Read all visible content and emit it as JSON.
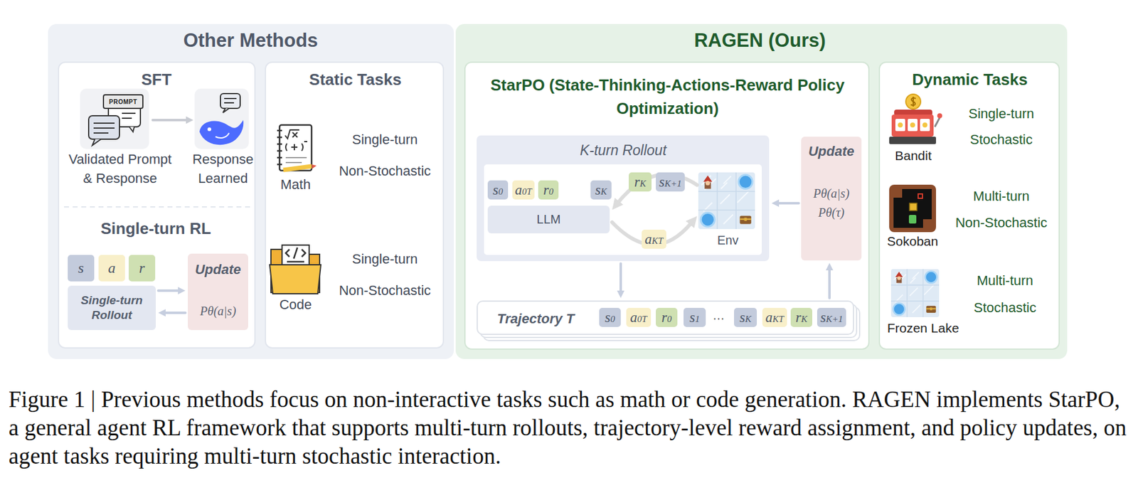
{
  "diagram": {
    "caption": "Figure 1 | Previous methods focus on non-interactive tasks such as math or code generation. RAGEN implements StarPO, a general agent RL framework that supports multi-turn rollouts, trajectory-level reward assignment, and policy updates, on agent tasks requiring multi-turn stochastic interaction.",
    "nodes": [
      {
        "text": [
          "Other Methods"
        ]
      },
      {
        "text": [
          "SFT",
          "Single-turn RL"
        ],
        "in": 0
      },
      {
        "text": [
          "Validated Prompt & Response"
        ],
        "in": 1
      },
      {
        "text": [
          "Response Learned"
        ],
        "in": 1
      },
      {
        "text": [
          "s"
        ],
        "in": 1
      },
      {
        "text": [
          "a"
        ],
        "in": 1
      },
      {
        "text": [
          "r"
        ],
        "in": 1
      },
      {
        "text": [
          "Single-turn Rollout"
        ],
        "in": 1
      },
      {
        "text": [
          "Update",
          "Pθ(a|s)"
        ],
        "in": 1
      },
      {
        "text": [
          "Static Tasks"
        ],
        "in": 0
      },
      {
        "text": [
          "RAGEN (Ours)"
        ]
      },
      {
        "text": [
          "StarPO (State-Thinking-Actions-Reward Policy Optimization)"
        ],
        "in": 10
      },
      {
        "text": [
          "K-turn Rollout"
        ],
        "in": 11
      },
      {
        "text": [
          "s0"
        ],
        "in": 12
      },
      {
        "text": [
          "a0T"
        ],
        "in": 12
      },
      {
        "text": [
          "r0"
        ],
        "in": 12
      },
      {
        "text": [
          "sK"
        ],
        "in": 12
      },
      {
        "text": [
          "LLM"
        ],
        "in": 12
      },
      {
        "text": [
          "rK"
        ],
        "in": 12
      },
      {
        "text": [
          "sK+1"
        ],
        "in": 12
      },
      {
        "text": [
          "Env"
        ],
        "in": 12
      },
      {
        "text": [
          "aKT"
        ],
        "in": 12
      },
      {
        "text": [
          "Update",
          "Pθ(a|s)",
          "Pθ(τ)"
        ],
        "in": 11
      },
      {
        "text": [
          "Trajectory T"
        ],
        "in": 11
      },
      {
        "text": [
          "s0"
        ],
        "in": 23
      },
      {
        "text": [
          "a0T"
        ],
        "in": 23
      },
      {
        "text": [
          "r0"
        ],
        "in": 23
      },
      {
        "text": [
          "s1"
        ],
        "in": 23
      },
      {
        "text": [
          "sK"
        ],
        "in": 23
      },
      {
        "text": [
          "aKT"
        ],
        "in": 23
      },
      {
        "text": [
          "rK"
        ],
        "in": 23
      },
      {
        "text": [
          "sK+1"
        ],
        "in": 23
      },
      {
        "text": [
          "Dynamic Tasks"
        ],
        "in": 10
      }
    ],
    "edges": [
      {
        "from": 2,
        "to": 3,
        "arrow": "to"
      },
      {
        "from": 7,
        "to": 8,
        "arrow": "to"
      },
      {
        "from": 8,
        "to": 7,
        "arrow": "to"
      },
      {
        "from": 17,
        "to": 20,
        "arrow": "to"
      },
      {
        "from": 20,
        "to": 17,
        "arrow": "to"
      },
      {
        "from": 22,
        "to": 12,
        "arrow": "to"
      },
      {
        "from": 12,
        "to": 23,
        "arrow": "to"
      },
      {
        "from": 23,
        "to": 22,
        "arrow": "to"
      }
    ],
    "labels": [
      "PROMPT",
      "Math",
      "Single-turn Non-Stochastic",
      "Code",
      "Single-turn Non-Stochastic",
      "…",
      "Bandit",
      "Single-turn Stochastic",
      "Sokoban",
      "Multi-turn Non-Stochastic",
      "Frozen Lake",
      "Multi-turn Stochastic"
    ]
  }
}
